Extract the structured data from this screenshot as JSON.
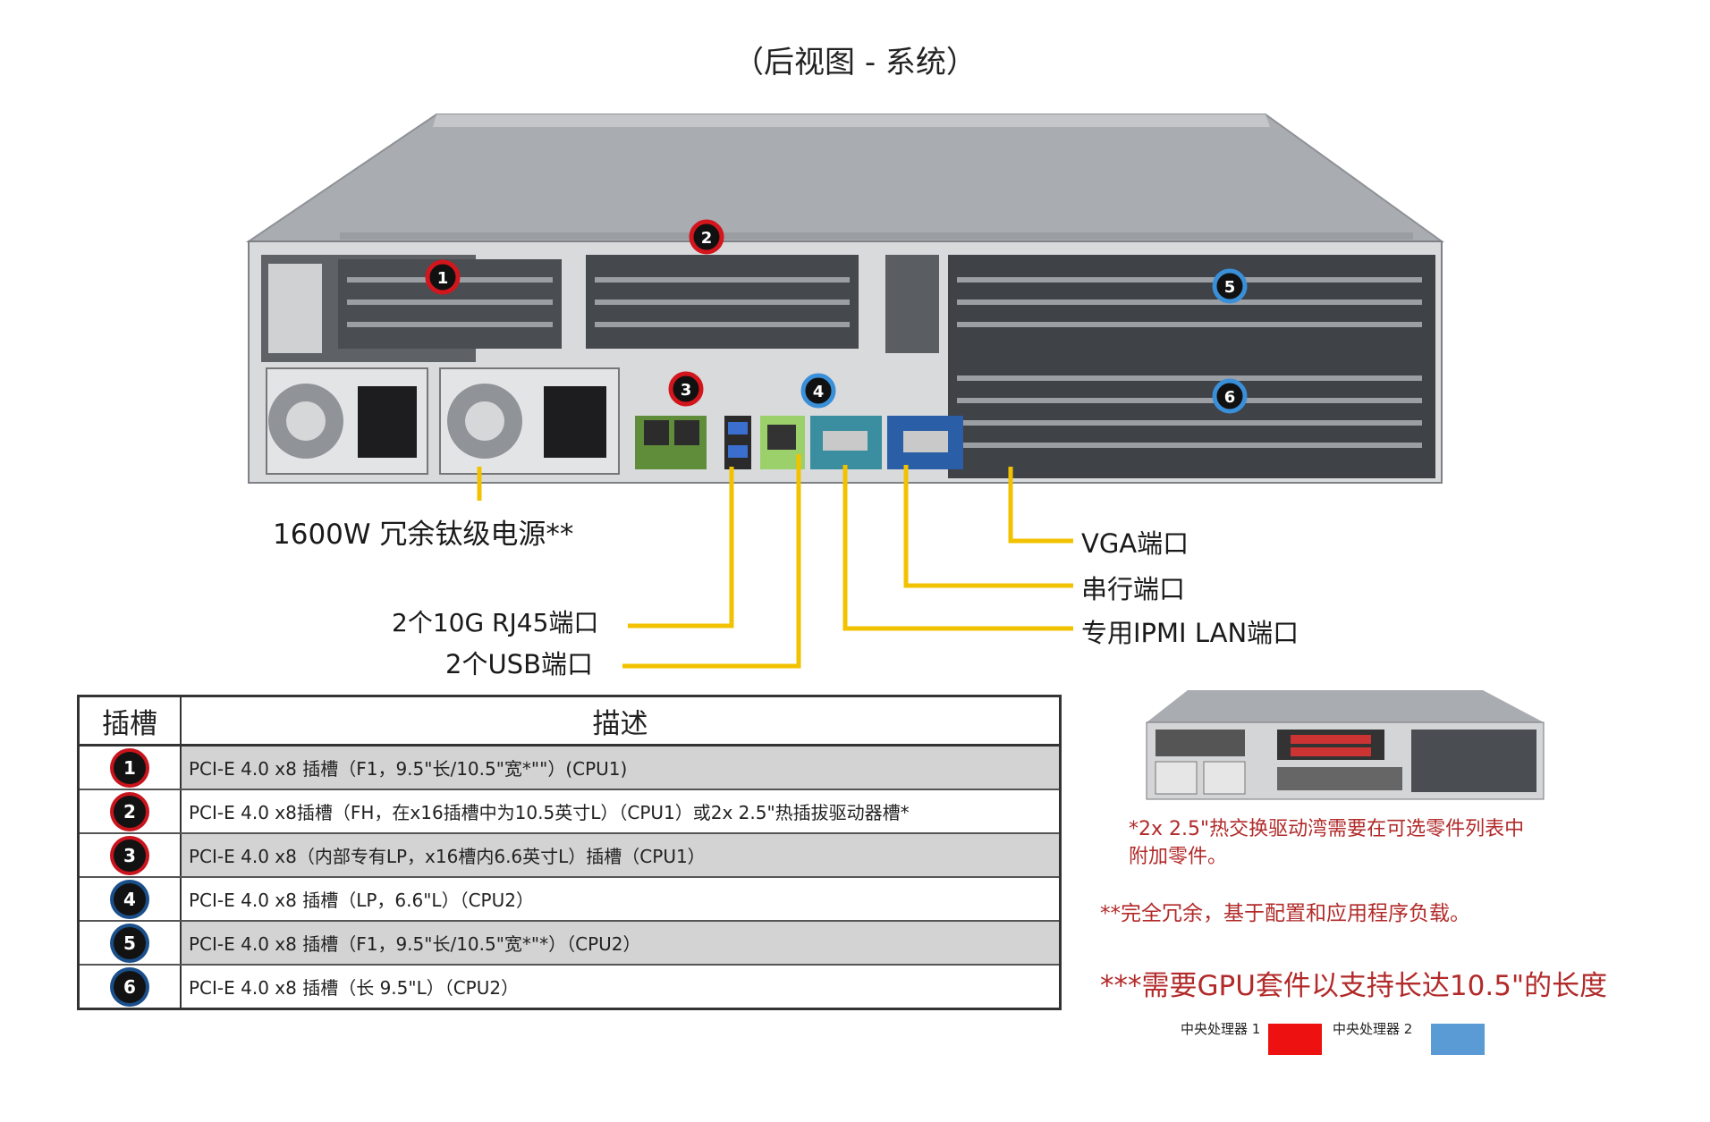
{
  "title": "（后视图 - 系统）",
  "callouts": {
    "psu": "1600W 冗余钛级电源**",
    "rj45": "2个10G RJ45端口",
    "usb": "2个USB端口",
    "vga": "VGA端口",
    "serial": "串行端口",
    "ipmi": "专用IPMI LAN端口"
  },
  "server_markers": [
    "1",
    "2",
    "3",
    "4",
    "5",
    "6"
  ],
  "table": {
    "headers": [
      "插槽",
      "描述"
    ],
    "rows": [
      {
        "slot": "1",
        "cpu": "cpu1",
        "desc": "PCI-E 4.0 x8 插槽（F1，9.5\"长/10.5\"宽*\"\"）(CPU1)"
      },
      {
        "slot": "2",
        "cpu": "cpu1",
        "desc": "PCI-E 4.0 x8插槽（FH，在x16插槽中为10.5英寸L）（CPU1）或2x 2.5\"热插拔驱动器槽*"
      },
      {
        "slot": "3",
        "cpu": "cpu1",
        "desc": "PCI-E 4.0 x8（内部专有LP，x16槽内6.6英寸L）插槽（CPU1）"
      },
      {
        "slot": "4",
        "cpu": "cpu2",
        "desc": "PCI-E 4.0 x8 插槽（LP，6.6\"L）（CPU2）"
      },
      {
        "slot": "5",
        "cpu": "cpu2",
        "desc": "PCI-E 4.0 x8 插槽（F1，9.5\"长/10.5\"宽*\"*）（CPU2）"
      },
      {
        "slot": "6",
        "cpu": "cpu2",
        "desc": "PCI-E 4.0 x8 插槽（长 9.5\"L）（CPU2）"
      }
    ]
  },
  "notes": {
    "note1": "*2x 2.5\"热交换驱动湾需要在可选零件列表中附加零件。",
    "note2": "**完全冗余，基于配置和应用程序负载。",
    "note3": "***需要GPU套件以支持长达10.5\"的长度"
  },
  "legend": [
    {
      "label": "中央处理器 1",
      "color": "#ee1111"
    },
    {
      "label": "中央处理器 2",
      "color": "#5b9bd5"
    }
  ],
  "colors": {
    "cpu1": "#c8141c",
    "cpu2": "#1a4f8a",
    "leader": "#f2c200",
    "note": "#b22a2a"
  }
}
